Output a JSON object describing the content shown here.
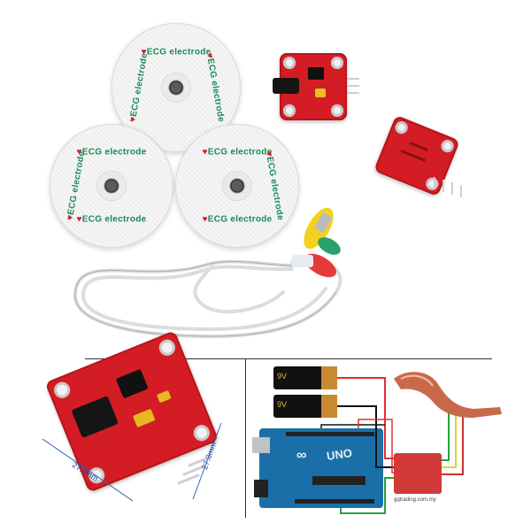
{
  "electrode_text": "ECG electrode",
  "battery_labels": [
    "9V",
    "9V"
  ],
  "arduino": {
    "brand": "∞",
    "model": "UNO"
  },
  "dimensions": {
    "width": "27.3mm",
    "height": "27.3mm"
  },
  "credit": "gqtrading.com.my",
  "colors": {
    "board_red": "#d41c24",
    "arduino_blue": "#1b6fa8",
    "electrode_green": "#1a8a5a"
  }
}
